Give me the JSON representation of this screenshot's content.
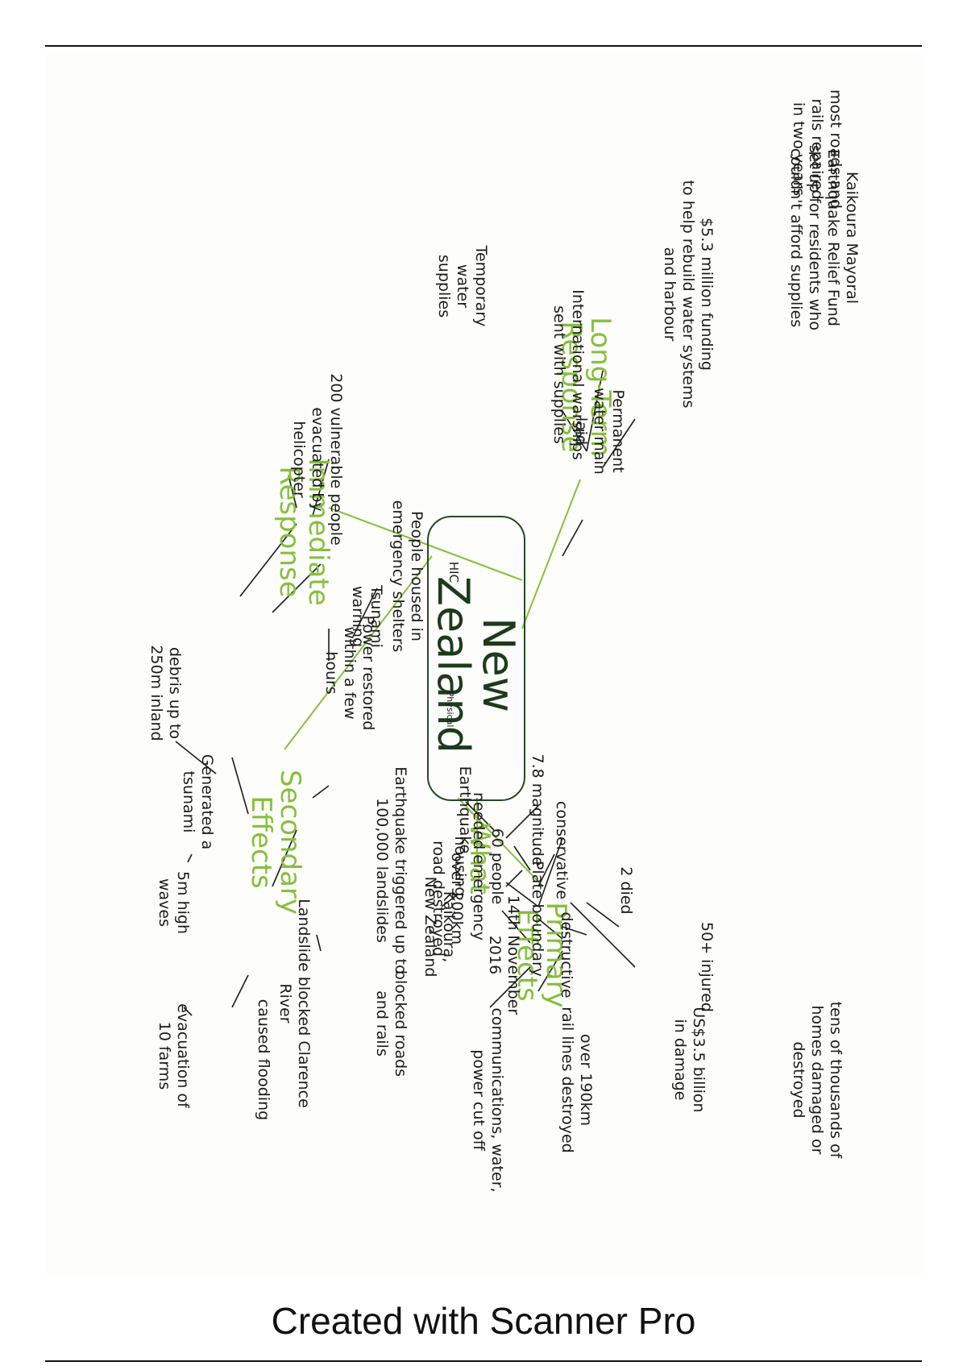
{
  "center": {
    "title": "New Zealand",
    "tag_left": "HIC",
    "tag_right": "Physical"
  },
  "branches": {
    "what": "What",
    "long_term": "Long-Term\nResponse",
    "immediate": "Immediate\nResponse",
    "secondary": "Secondary\nEffects",
    "primary": "Primary\nEffects"
  },
  "notes": {
    "plate_boundary": "Plate boundary",
    "destructive": "destructive",
    "conservative": "conservative",
    "magnitude": "7.8 magnitude",
    "earthquake": "Earthquake",
    "date": "14th November\n2016",
    "location": "Kaikoura,\nNew Zealand",
    "relief_fund": "Kaikoura Mayoral\nEarthquake Relief Fund\nset up for residents who\ncouldn't afford supplies",
    "roads_rails": "most roads and\nrails repaired\nin two years",
    "funding": "$5.3 million funding\nto help rebuild water systems\nand harbour",
    "water_main": "Permanent\nwater main\nlaid",
    "warships": "International warships\nsent with supplies",
    "temp_water": "Temporary\nwater\nsupplies",
    "evacuated": "200 vulnerable people\nevacuated by\nhelicopter",
    "shelters": "People housed in\nemergency shelters",
    "tsunami_warning": "Tsunami\nwarning",
    "power_restored": "Power restored\nwithin a few\nhours",
    "generated_tsunami": "Generated a\ntsunami",
    "debris": "debris up to\n250m inland",
    "waves": "5m high\nwaves",
    "landslides": "Earthquake triggered up to\n100,000 landslides",
    "blocked_roads": "blocked roads\nand rails",
    "landslide_river": "Landslide blocked Clarence\nRiver",
    "flooding": "caused flooding",
    "evac_farms": "evacuation of\n10 farms",
    "housing": "60 people\nneeded emergency\nhousing",
    "road_destroyed": "over 200km\nroad destroyed",
    "died": "2 died",
    "injured": "50+ injured",
    "homes": "tens of thousands of\nhomes damaged or\ndestroyed",
    "damage_cost": "US$3.5 billion\nin damage",
    "rail_destroyed": "over 190km\nrail lines destroyed",
    "comms_cut": "communications, water,\npower cut off"
  },
  "colors": {
    "branch_green": "#86bf3c",
    "hub_dark": "#244a24",
    "ink": "#1c1c1c"
  },
  "footer": "Created with Scanner Pro"
}
